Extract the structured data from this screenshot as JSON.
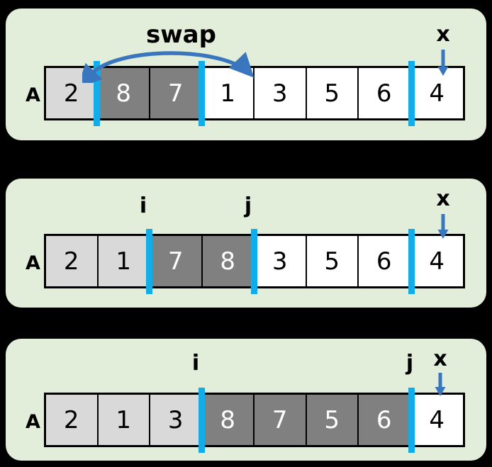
{
  "colors": {
    "page_background": "#000000",
    "panel_background": "#E3EEDA",
    "divider_blue": "#12ADE8",
    "arrow_blue": "#3A76BE",
    "cell_light_gray": "#D9D9D9",
    "cell_dark_gray": "#808080",
    "cell_white": "#FFFFFF",
    "outline_black": "#000000"
  },
  "panels": [
    {
      "id": "panel-step-1",
      "array_label": "A",
      "cells": [
        {
          "value": "2",
          "shade": "light"
        },
        {
          "value": "8",
          "shade": "dark"
        },
        {
          "value": "7",
          "shade": "dark"
        },
        {
          "value": "1",
          "shade": "plain"
        },
        {
          "value": "3",
          "shade": "plain"
        },
        {
          "value": "5",
          "shade": "plain"
        },
        {
          "value": "6",
          "shade": "plain"
        },
        {
          "value": "4",
          "shade": "plain"
        }
      ],
      "dividers": [
        {
          "name": "divider-after-index-0",
          "after_index": 0
        },
        {
          "name": "divider-after-index-2",
          "after_index": 2
        },
        {
          "name": "divider-after-index-6",
          "after_index": 6
        }
      ],
      "pointers": [
        {
          "name": "pointer-x",
          "label": "x",
          "over_index": 7,
          "arrow": true
        }
      ],
      "annotation": {
        "name": "swap-annotation",
        "label": "swap",
        "from_index": 1,
        "to_index": 3,
        "style": "double-headed-arc"
      }
    },
    {
      "id": "panel-step-2",
      "array_label": "A",
      "cells": [
        {
          "value": "2",
          "shade": "light"
        },
        {
          "value": "1",
          "shade": "light"
        },
        {
          "value": "7",
          "shade": "dark"
        },
        {
          "value": "8",
          "shade": "dark"
        },
        {
          "value": "3",
          "shade": "plain"
        },
        {
          "value": "5",
          "shade": "plain"
        },
        {
          "value": "6",
          "shade": "plain"
        },
        {
          "value": "4",
          "shade": "plain"
        }
      ],
      "dividers": [
        {
          "name": "divider-after-index-1",
          "after_index": 1
        },
        {
          "name": "divider-after-index-3",
          "after_index": 3
        },
        {
          "name": "divider-after-index-6",
          "after_index": 6
        }
      ],
      "pointers": [
        {
          "name": "pointer-i",
          "label": "i",
          "at_divider_after_index": 1,
          "arrow": false
        },
        {
          "name": "pointer-j",
          "label": "j",
          "at_divider_after_index": 3,
          "arrow": false
        },
        {
          "name": "pointer-x",
          "label": "x",
          "over_index": 7,
          "arrow": true
        }
      ],
      "annotation": null
    },
    {
      "id": "panel-step-3",
      "array_label": "A",
      "cells": [
        {
          "value": "2",
          "shade": "light"
        },
        {
          "value": "1",
          "shade": "light"
        },
        {
          "value": "3",
          "shade": "light"
        },
        {
          "value": "8",
          "shade": "dark"
        },
        {
          "value": "7",
          "shade": "dark"
        },
        {
          "value": "5",
          "shade": "dark"
        },
        {
          "value": "6",
          "shade": "dark"
        },
        {
          "value": "4",
          "shade": "plain"
        }
      ],
      "dividers": [
        {
          "name": "divider-after-index-2",
          "after_index": 2
        },
        {
          "name": "divider-after-index-6",
          "after_index": 6
        }
      ],
      "pointers": [
        {
          "name": "pointer-i",
          "label": "i",
          "at_divider_after_index": 2,
          "arrow": false
        },
        {
          "name": "pointer-j",
          "label": "j",
          "at_divider_after_index": 6,
          "arrow": false
        },
        {
          "name": "pointer-x",
          "label": "x",
          "over_index": 7,
          "arrow": true
        }
      ],
      "annotation": null
    }
  ]
}
